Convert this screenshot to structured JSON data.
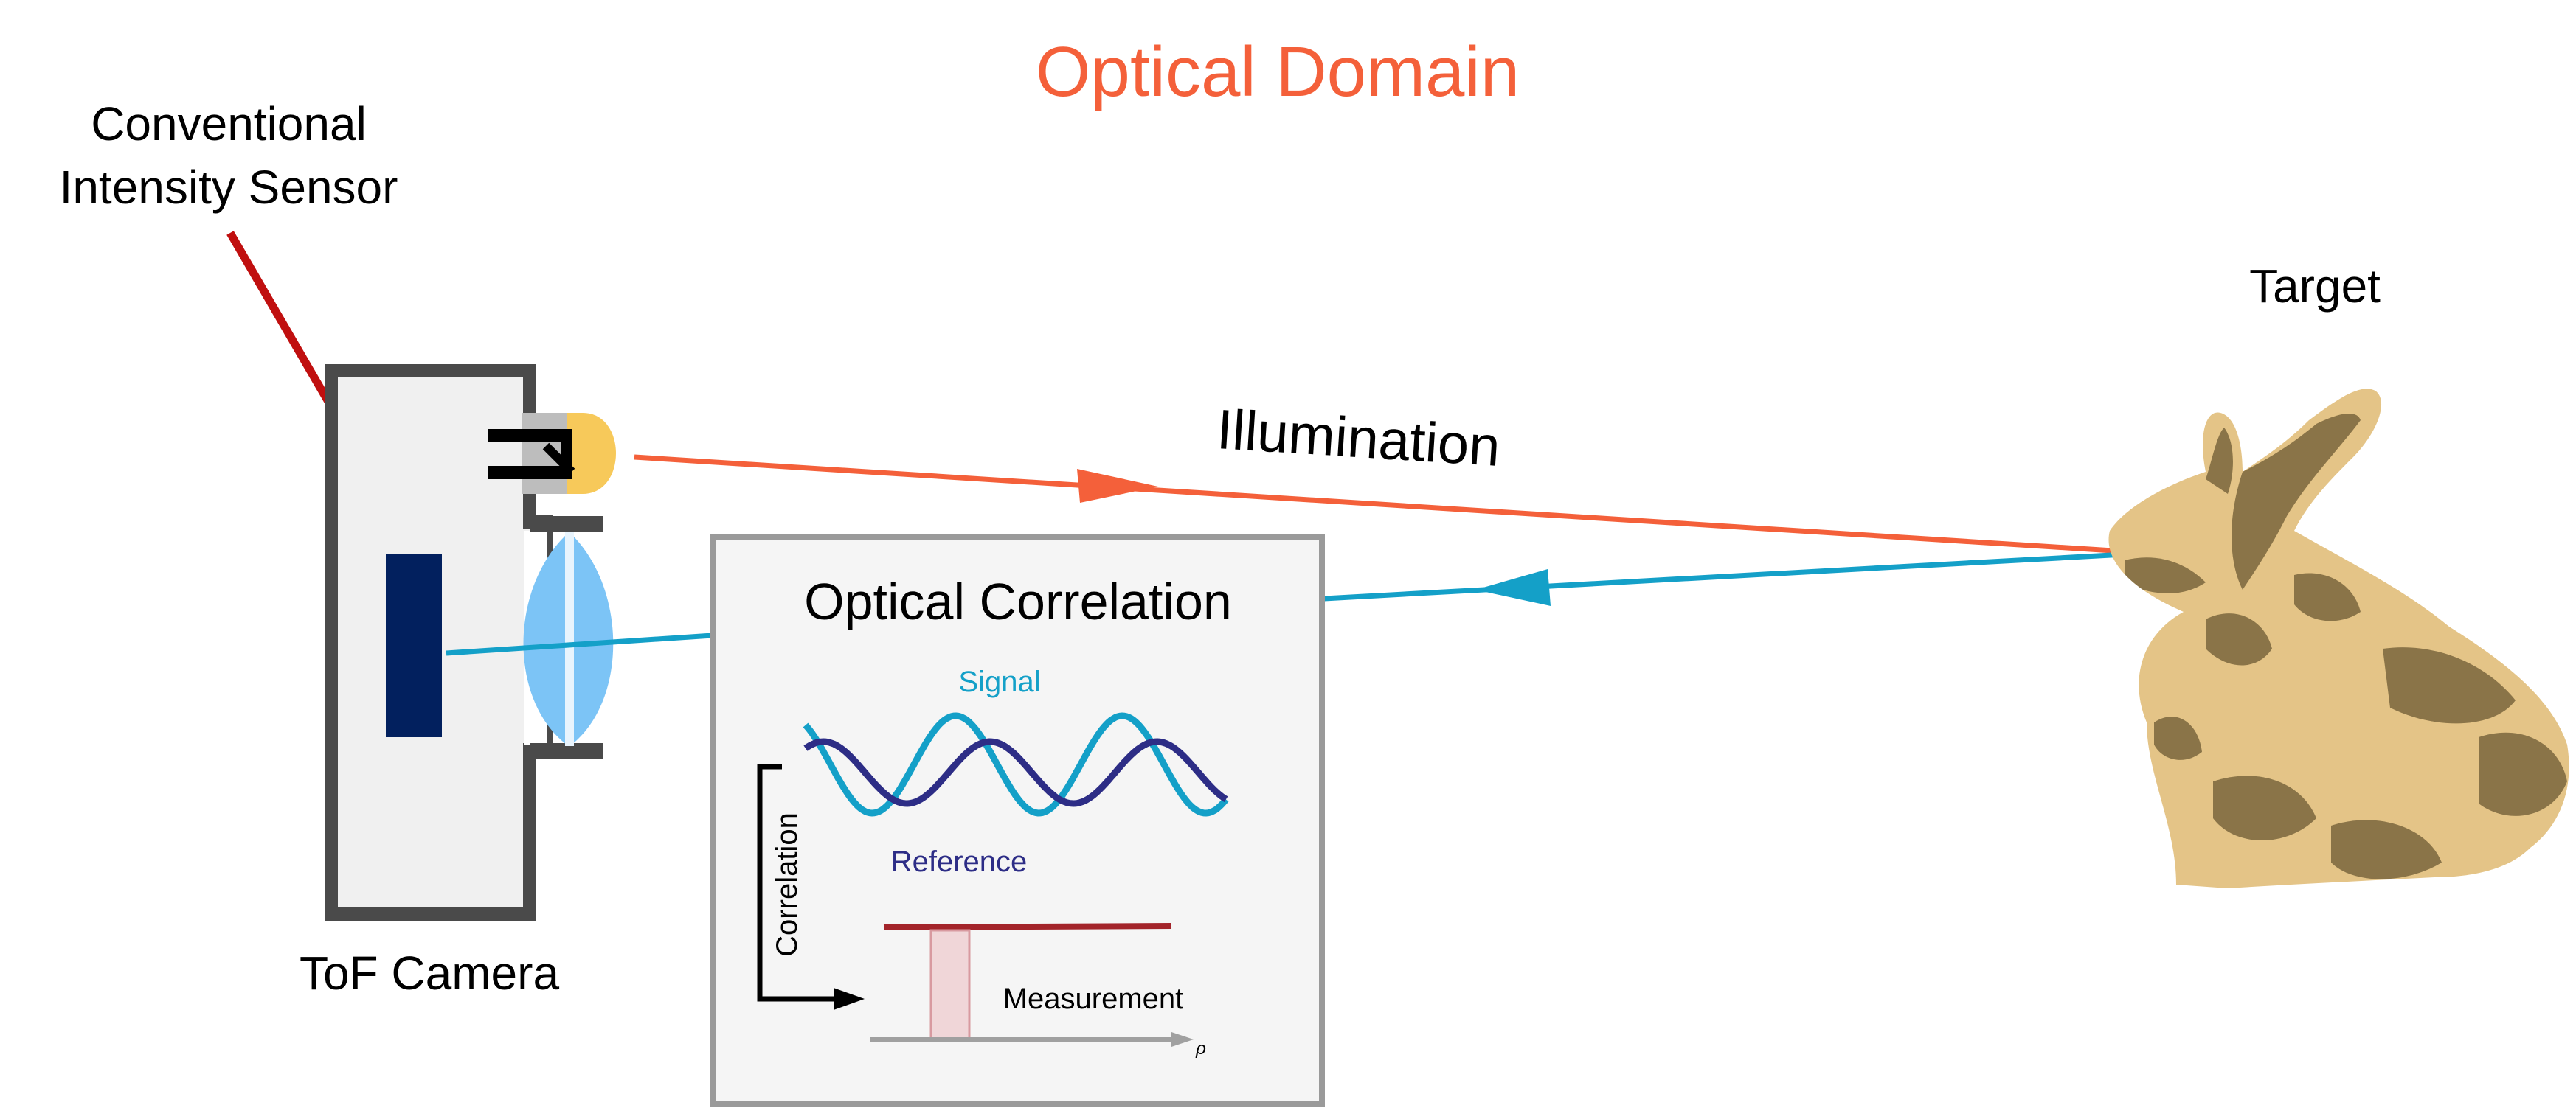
{
  "title": "Optical Domain",
  "labels": {
    "sensor_line1": "Conventional",
    "sensor_line2": "Intensity Sensor",
    "camera": "ToF Camera",
    "target": "Target",
    "illumination": "Illumination",
    "correlation_box_title": "Optical Correlation",
    "signal": "Signal",
    "reference": "Reference",
    "correlation_axis": "Correlation",
    "measurement": "Measurement",
    "rho": "ρ"
  },
  "colors": {
    "title": "#f4603a",
    "illumination_ray": "#f4603a",
    "return_ray": "#14a0c8",
    "signal_wave": "#14a0c8",
    "reference_wave": "#2d2d86",
    "reference_text": "#2d2d86",
    "sensor_arrow": "#c00f0f",
    "sensor": "#02205e",
    "camera_body_stroke": "#4a4a4a",
    "camera_body_fill": "#f0f0f0",
    "lens": "#7cc4f6",
    "led": "#f7c95a",
    "box_stroke": "#9a9a9a",
    "box_fill": "#f5f5f5",
    "measurement_line": "#a3242a",
    "measurement_bar": "#f0d6d8",
    "bunny_light": "#e4c487",
    "bunny_dark": "#8a7448"
  },
  "icons": {
    "target": "stanford-bunny-icon",
    "light_source": "led-icon",
    "lens": "lens-icon"
  }
}
